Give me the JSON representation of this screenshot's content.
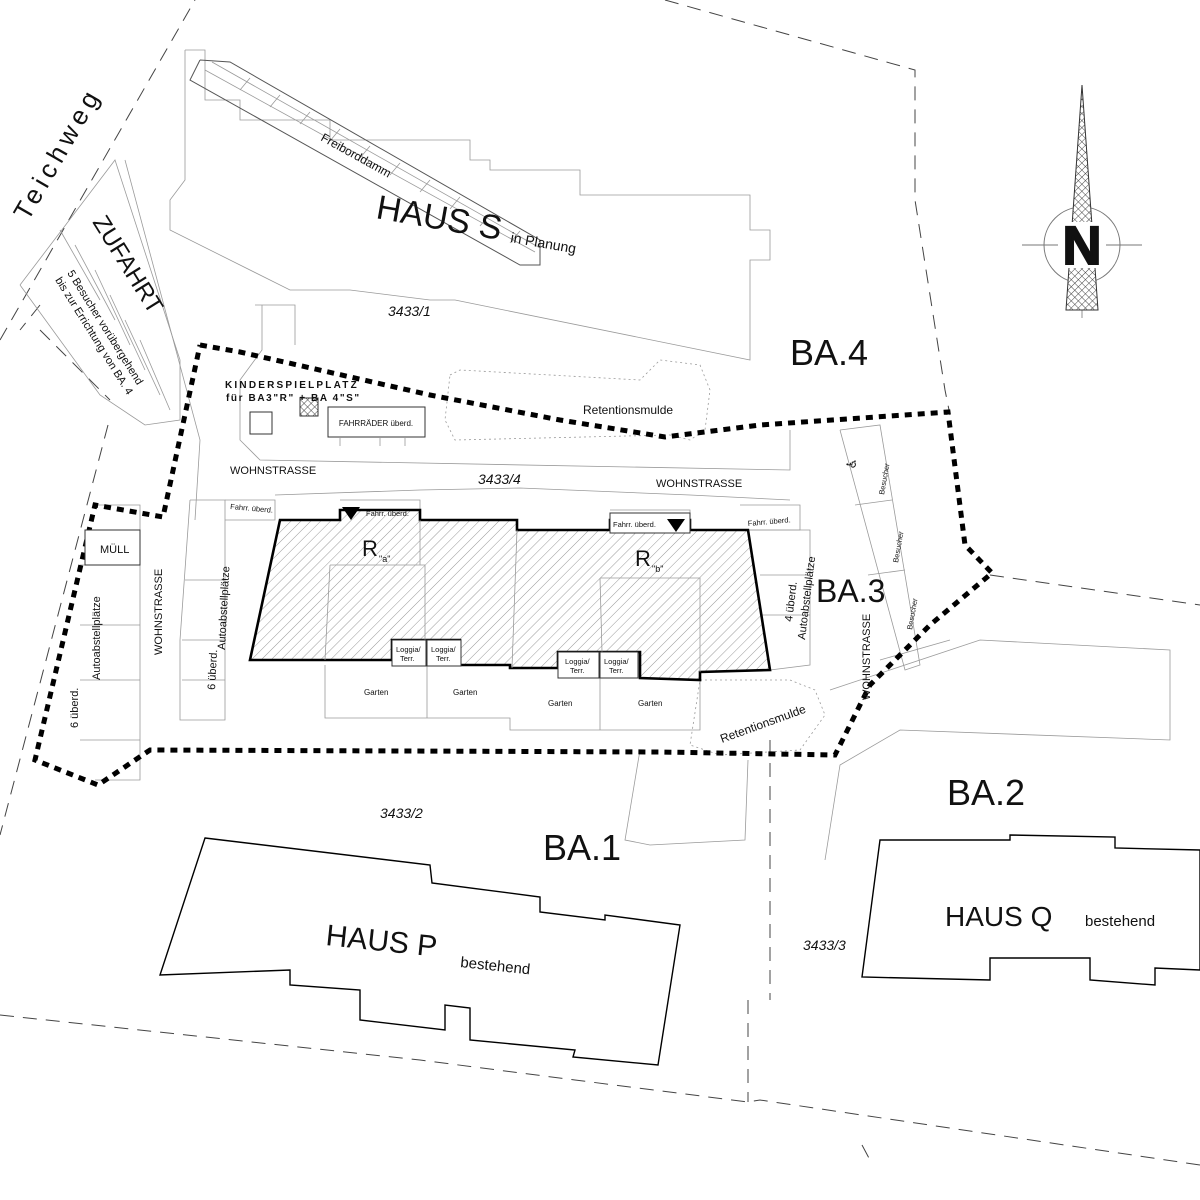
{
  "plan": {
    "street": "Teichweg",
    "access": "ZUFAHRT",
    "visitor_note_line1": "5 Besucher vorübergehend",
    "visitor_note_line2": "bis zur Errichtung von BA. 4",
    "playground_line1": "KINDERSPIELPLATZ",
    "playground_line2": "für BA3\"R\" + BA 4\"S\"",
    "bike_shelter_main": "FAHRRÄDER überd.",
    "levee": "Freiborddamm",
    "building_s": "HAUS S",
    "building_s_status": "in Planung",
    "parcel_1": "3433/1",
    "parcel_2": "3433/2",
    "parcel_3": "3433/3",
    "parcel_4": "3433/4",
    "phase_1": "BA.1",
    "phase_2": "BA.2",
    "phase_3": "BA.3",
    "phase_4": "BA.4",
    "retention": "Retentionsmulde",
    "residential_street": "WOHNSTRASSE",
    "waste": "MÜLL",
    "bike_shelter": "Fahrr. überd.",
    "parking_west_a_line1": "6 überd.",
    "parking_west_a_line2": "Autoabstellplätze",
    "parking_west_b_line1": "6 überd.",
    "parking_west_b_line2": "Autoabstellplätze",
    "parking_east_line1": "4 überd.",
    "parking_east_line2": "Autoabstellplätze",
    "visitor": "Besucher",
    "accessible_symbol": "♿",
    "building_r": "R",
    "building_r_a": "\"a\"",
    "building_r_b": "\"b\"",
    "loggia_line1": "Loggia/",
    "loggia_line2": "Terr.",
    "garden": "Garten",
    "building_p": "HAUS  P",
    "building_p_status": "bestehend",
    "building_q": "HAUS  Q",
    "building_q_status": "bestehend",
    "north": "N"
  }
}
